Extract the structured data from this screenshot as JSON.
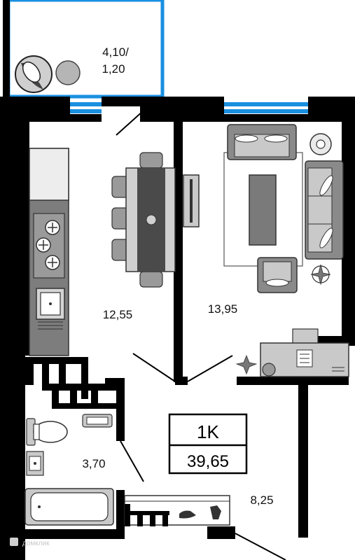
{
  "plan": {
    "rooms": {
      "balcony": {
        "area": "4,10/",
        "area_reduced": "1,20"
      },
      "kitchen": {
        "area": "12,55"
      },
      "living_room": {
        "area": "13,95"
      },
      "bathroom": {
        "area": "3,70"
      },
      "hallway": {
        "area": "8,25"
      }
    },
    "summary": {
      "type": "1K",
      "total_area": "39,65"
    },
    "watermark": "домклик"
  },
  "colors": {
    "wall": "#000000",
    "window": "#1a8fe0",
    "furniture_dark": "#4a4a4a",
    "furniture_mid": "#8a8a8a",
    "furniture_light": "#c9c9c9",
    "background": "#ffffff"
  }
}
